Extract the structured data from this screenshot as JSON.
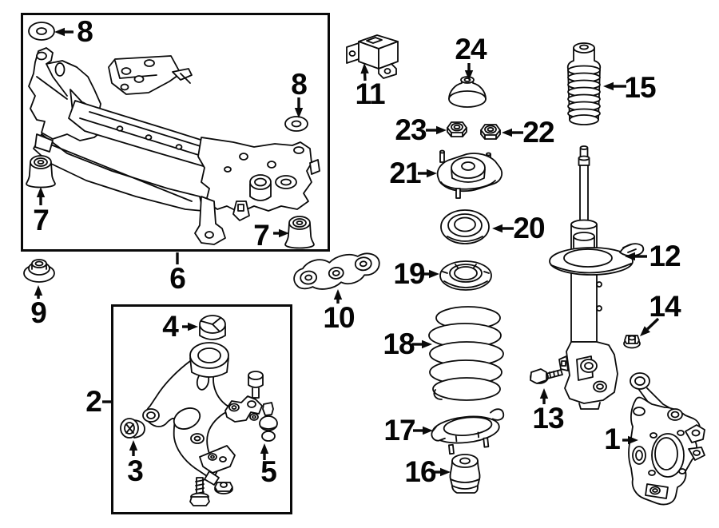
{
  "diagram": {
    "style": {
      "line_color": "#0a0a0a",
      "background_color": "#ffffff"
    },
    "callouts": {
      "c1": {
        "label": "1",
        "part": "steering-knuckle"
      },
      "c2": {
        "label": "2",
        "part": "lower-control-arm-assembly"
      },
      "c3": {
        "label": "3",
        "part": "control-arm-front-bushing"
      },
      "c4": {
        "label": "4",
        "part": "control-arm-rear-bushing"
      },
      "c5": {
        "label": "5",
        "part": "ball-joint"
      },
      "c6": {
        "label": "6",
        "part": "crossmember-subframe"
      },
      "c7a": {
        "label": "7",
        "part": "subframe-bushing"
      },
      "c7b": {
        "label": "7",
        "part": "subframe-bushing"
      },
      "c8a": {
        "label": "8",
        "part": "subframe-washer"
      },
      "c8b": {
        "label": "8",
        "part": "subframe-washer"
      },
      "c9": {
        "label": "9",
        "part": "subframe-stopper"
      },
      "c10": {
        "label": "10",
        "part": "stay-bracket"
      },
      "c11": {
        "label": "11",
        "part": "mounting-bracket"
      },
      "c12": {
        "label": "12",
        "part": "strut-shock-absorber"
      },
      "c13": {
        "label": "13",
        "part": "flange-bolt"
      },
      "c14": {
        "label": "14",
        "part": "flange-nut"
      },
      "c15": {
        "label": "15",
        "part": "dust-cover-boot"
      },
      "c16": {
        "label": "16",
        "part": "bump-stopper"
      },
      "c17": {
        "label": "17",
        "part": "lower-spring-pad"
      },
      "c18": {
        "label": "18",
        "part": "coil-spring"
      },
      "c19": {
        "label": "19",
        "part": "upper-spring-seat"
      },
      "c20": {
        "label": "20",
        "part": "strut-bearing"
      },
      "c21": {
        "label": "21",
        "part": "strut-mount"
      },
      "c22": {
        "label": "22",
        "part": "lock-nut"
      },
      "c23": {
        "label": "23",
        "part": "lock-nut"
      },
      "c24": {
        "label": "24",
        "part": "insulator-cap"
      }
    }
  }
}
